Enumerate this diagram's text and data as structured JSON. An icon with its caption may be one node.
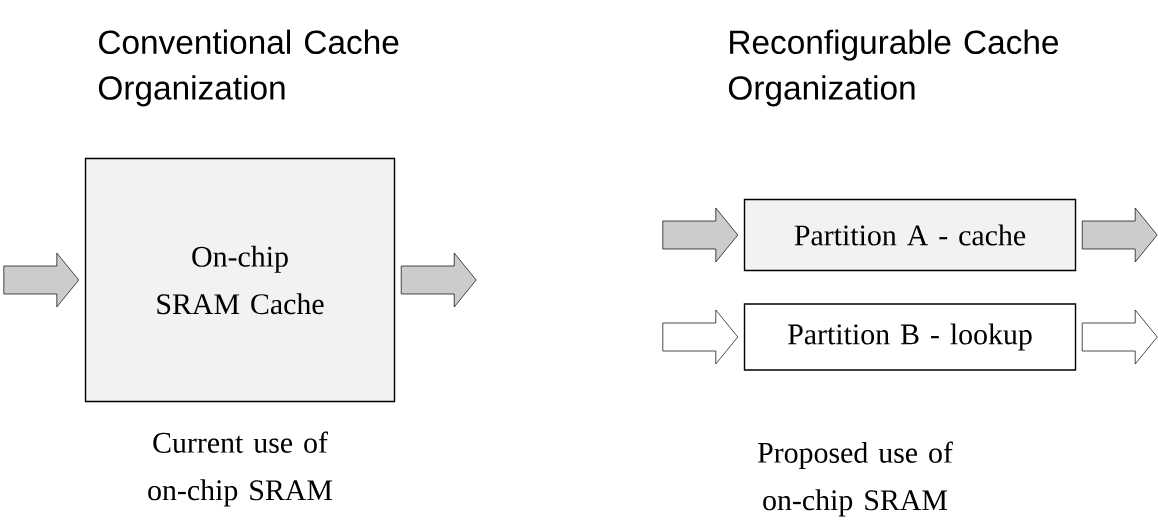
{
  "diagram": {
    "nodes": [
      {
        "text": [
          "On-chip SRAM Cache"
        ]
      },
      {
        "text": [
          "Partition A - cache"
        ]
      },
      {
        "text": [
          "Partition B - lookup"
        ]
      }
    ],
    "edges": [
      {
        "from": null,
        "to": 0,
        "arrow": "to"
      },
      {
        "from": 0,
        "to": null,
        "arrow": "to"
      },
      {
        "from": null,
        "to": 1,
        "arrow": "to"
      },
      {
        "from": 1,
        "to": null,
        "arrow": "to"
      },
      {
        "from": null,
        "to": 2,
        "arrow": "to",
        "color": "#ffffff"
      },
      {
        "from": 2,
        "to": null,
        "arrow": "to",
        "color": "#ffffff"
      }
    ],
    "labels": [
      "Conventional Cache Organization",
      "Reconfigurable Cache Organization",
      "Current use of on-chip SRAM",
      "Proposed use of on-chip SRAM"
    ]
  }
}
